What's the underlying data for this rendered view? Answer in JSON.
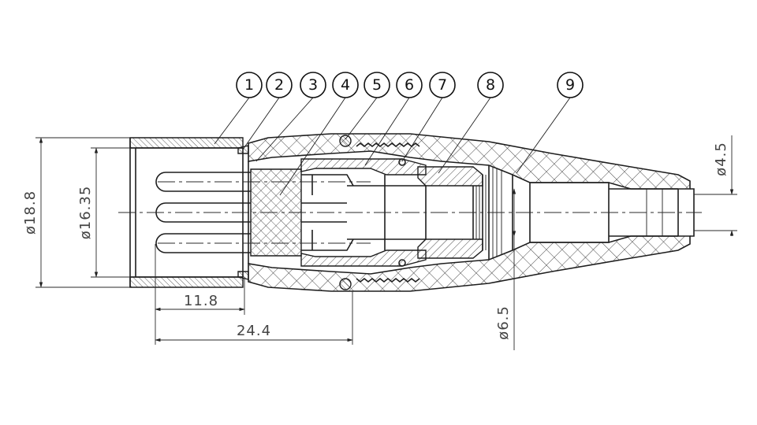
{
  "callouts": [
    "1",
    "2",
    "3",
    "4",
    "5",
    "6",
    "7",
    "8",
    "9"
  ],
  "dimensions": {
    "outer_diameter": "ø18.8",
    "inner_diameter": "ø16.35",
    "cable_diameter_small": "ø4.5",
    "cable_diameter_large": "ø6.5",
    "length_short": "11.8",
    "length_long": "24.4"
  }
}
